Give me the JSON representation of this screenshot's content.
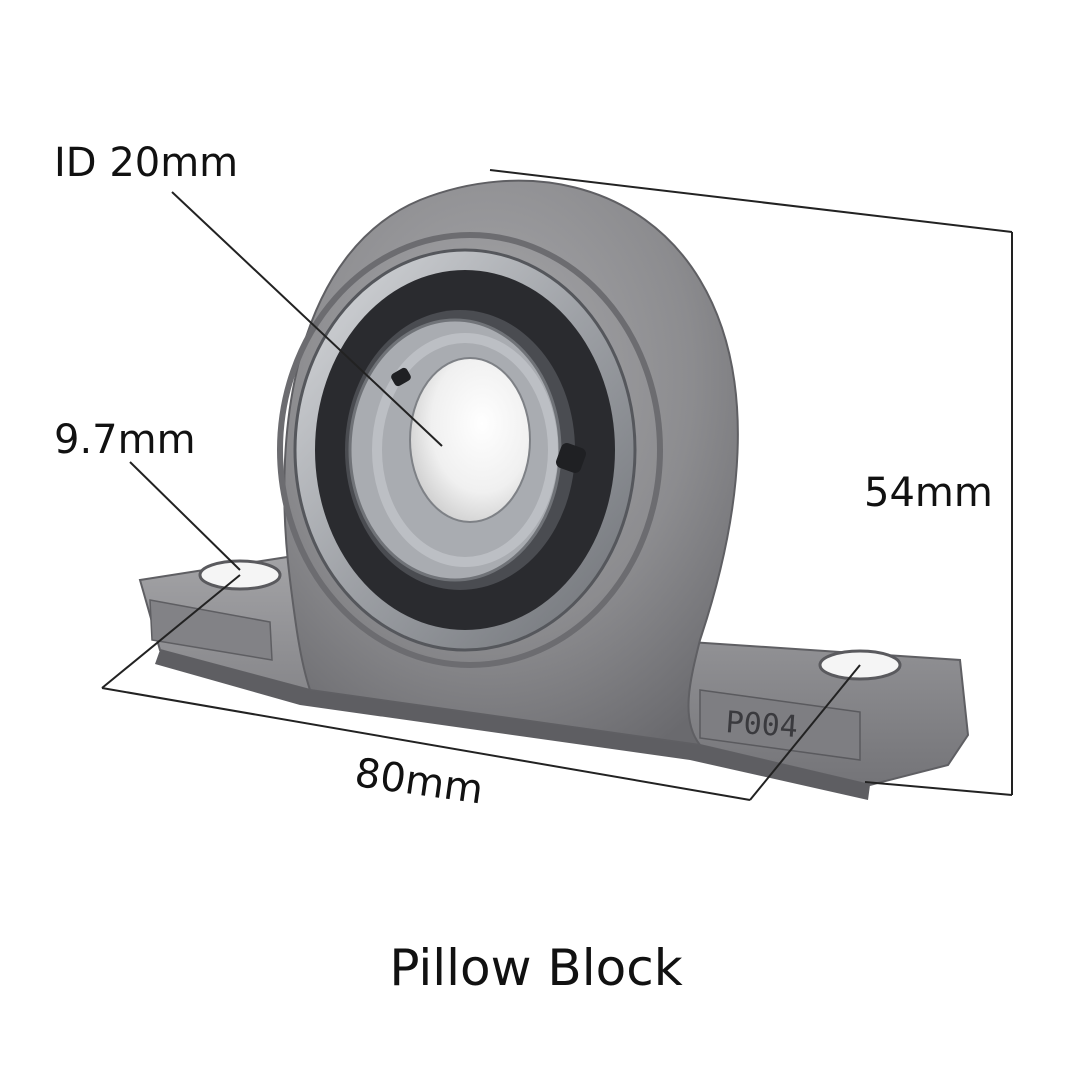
{
  "labels": {
    "inner_diameter": "ID 20mm",
    "mount_hole": "9.7mm",
    "height": "54mm",
    "length": "80mm",
    "caption": "Pillow Block"
  },
  "part": {
    "base_marking": "P004"
  },
  "colors": {
    "housing": "#8c8c8f",
    "housing_dark": "#5f5f63",
    "bearing_ring": "#b9bcc0",
    "seal": "#2a2b2f",
    "dimension_line": "#222222"
  }
}
